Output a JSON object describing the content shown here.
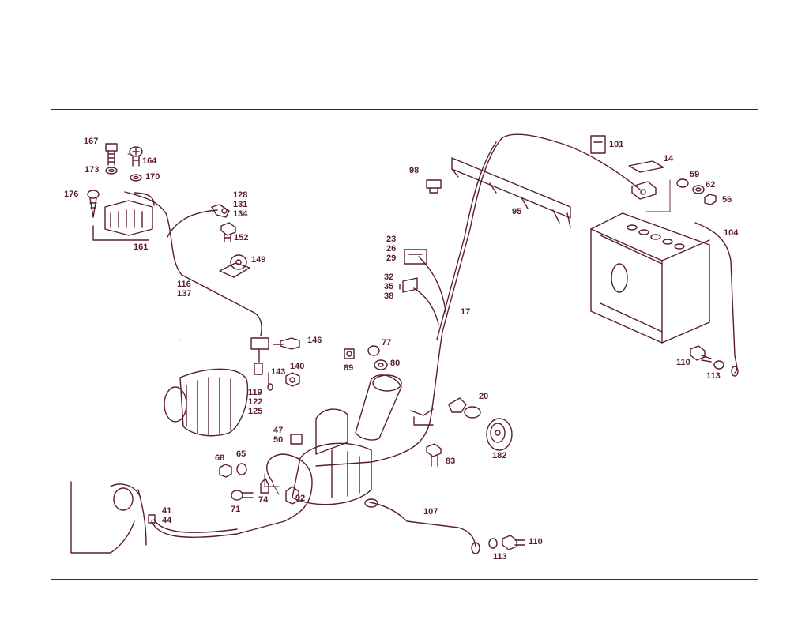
{
  "callouts": {
    "c167": "167",
    "c164": "164",
    "c173": "173",
    "c170": "170",
    "c176": "176",
    "c161": "161",
    "c128": "128",
    "c131": "131",
    "c134": "134",
    "c152": "152",
    "c149": "149",
    "c116": "116",
    "c137": "137",
    "c146": "146",
    "c143": "143",
    "c140": "140",
    "c119": "119",
    "c122": "122",
    "c125": "125",
    "c98": "98",
    "c95": "95",
    "c101": "101",
    "c14": "14",
    "c59": "59",
    "c62": "62",
    "c56": "56",
    "c104": "104",
    "c23": "23",
    "c26": "26",
    "c29": "29",
    "c32": "32",
    "c35": "35",
    "c38": "38",
    "c17": "17",
    "c89": "89",
    "c77": "77",
    "c80": "80",
    "c110a": "110",
    "c113a": "113",
    "c20": "20",
    "c182": "182",
    "c83": "83",
    "c47": "47",
    "c50": "50",
    "c68": "68",
    "c65": "65",
    "c71": "71",
    "c74": "74",
    "c92": "92",
    "c41": "41",
    "c44": "44",
    "c107": "107",
    "c113b": "113",
    "c110b": "110"
  },
  "colors": {
    "line": "#5a1e2a",
    "background": "#ffffff"
  }
}
